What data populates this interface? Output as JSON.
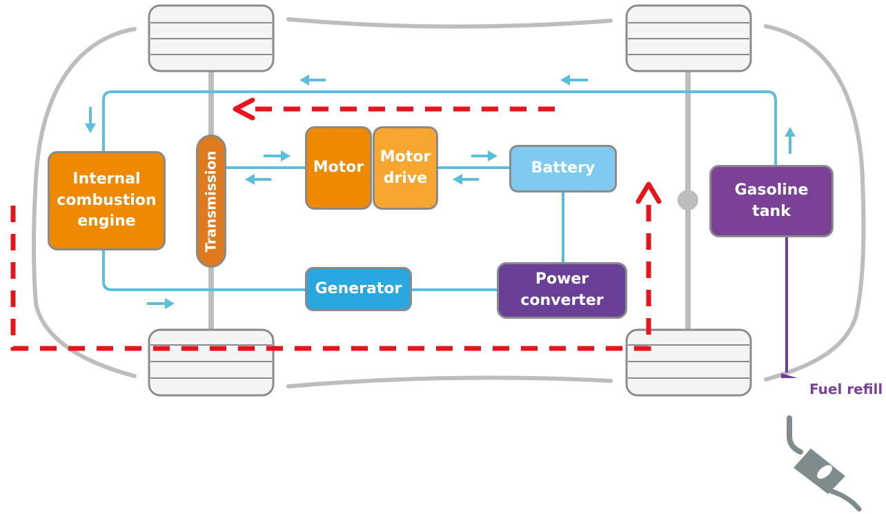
{
  "labels": {
    "engine": "Internal\ncombustion\nengine",
    "transmission": "Transmission",
    "motor": "Motor",
    "motor_drive": "Motor\ndrive",
    "battery": "Battery",
    "generator": "Generator",
    "power_converter": "Power\nconverter",
    "gasoline_tank": "Gasoline\ntank",
    "fuel_refill": "Fuel refill"
  },
  "colors": {
    "engine": "#ef8a00",
    "transmission": "#e07a1f",
    "motor": "#ef8a00",
    "motor_drive": "#f7a630",
    "battery": "#7fcbef",
    "generator": "#29a8df",
    "power_converter": "#6a3f98",
    "gasoline_tank": "#7a4197",
    "energy_line": "#5bbfdc",
    "fuel_line": "#6a3f98",
    "dashed_path": "#e8141c",
    "chassis": "#bdbdbd"
  },
  "icons": {
    "fuel_nozzle": "fuel-nozzle-icon"
  }
}
